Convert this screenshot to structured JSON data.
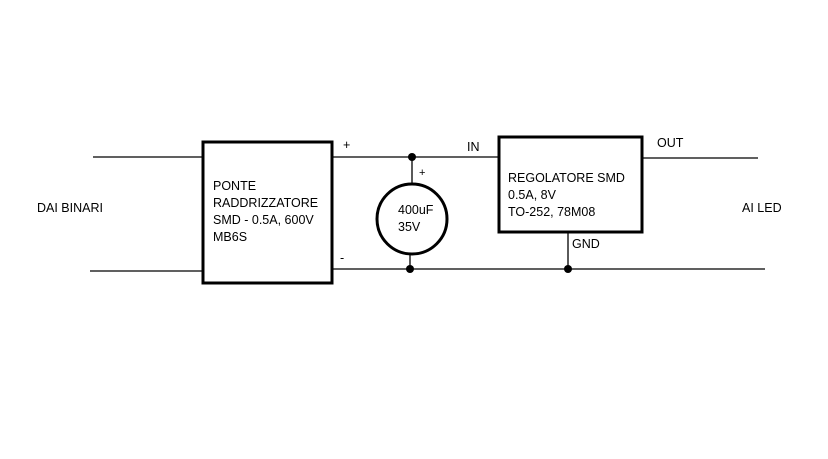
{
  "inputs_label": "DAI BINARI",
  "outputs_label": "AI LED",
  "rectifier": {
    "lines": [
      "PONTE",
      "RADDRIZZATORE",
      "SMD - 0.5A, 600V",
      "MB6S"
    ],
    "plus_label": "+",
    "minus_label": "-"
  },
  "capacitor": {
    "lines": [
      "400uF",
      "35V"
    ],
    "polarity_label": "+"
  },
  "regulator": {
    "lines": [
      "REGOLATORE SMD",
      "0.5A, 8V",
      "TO-252, 78M08"
    ],
    "in_label": "IN",
    "out_label": "OUT",
    "gnd_label": "GND"
  }
}
